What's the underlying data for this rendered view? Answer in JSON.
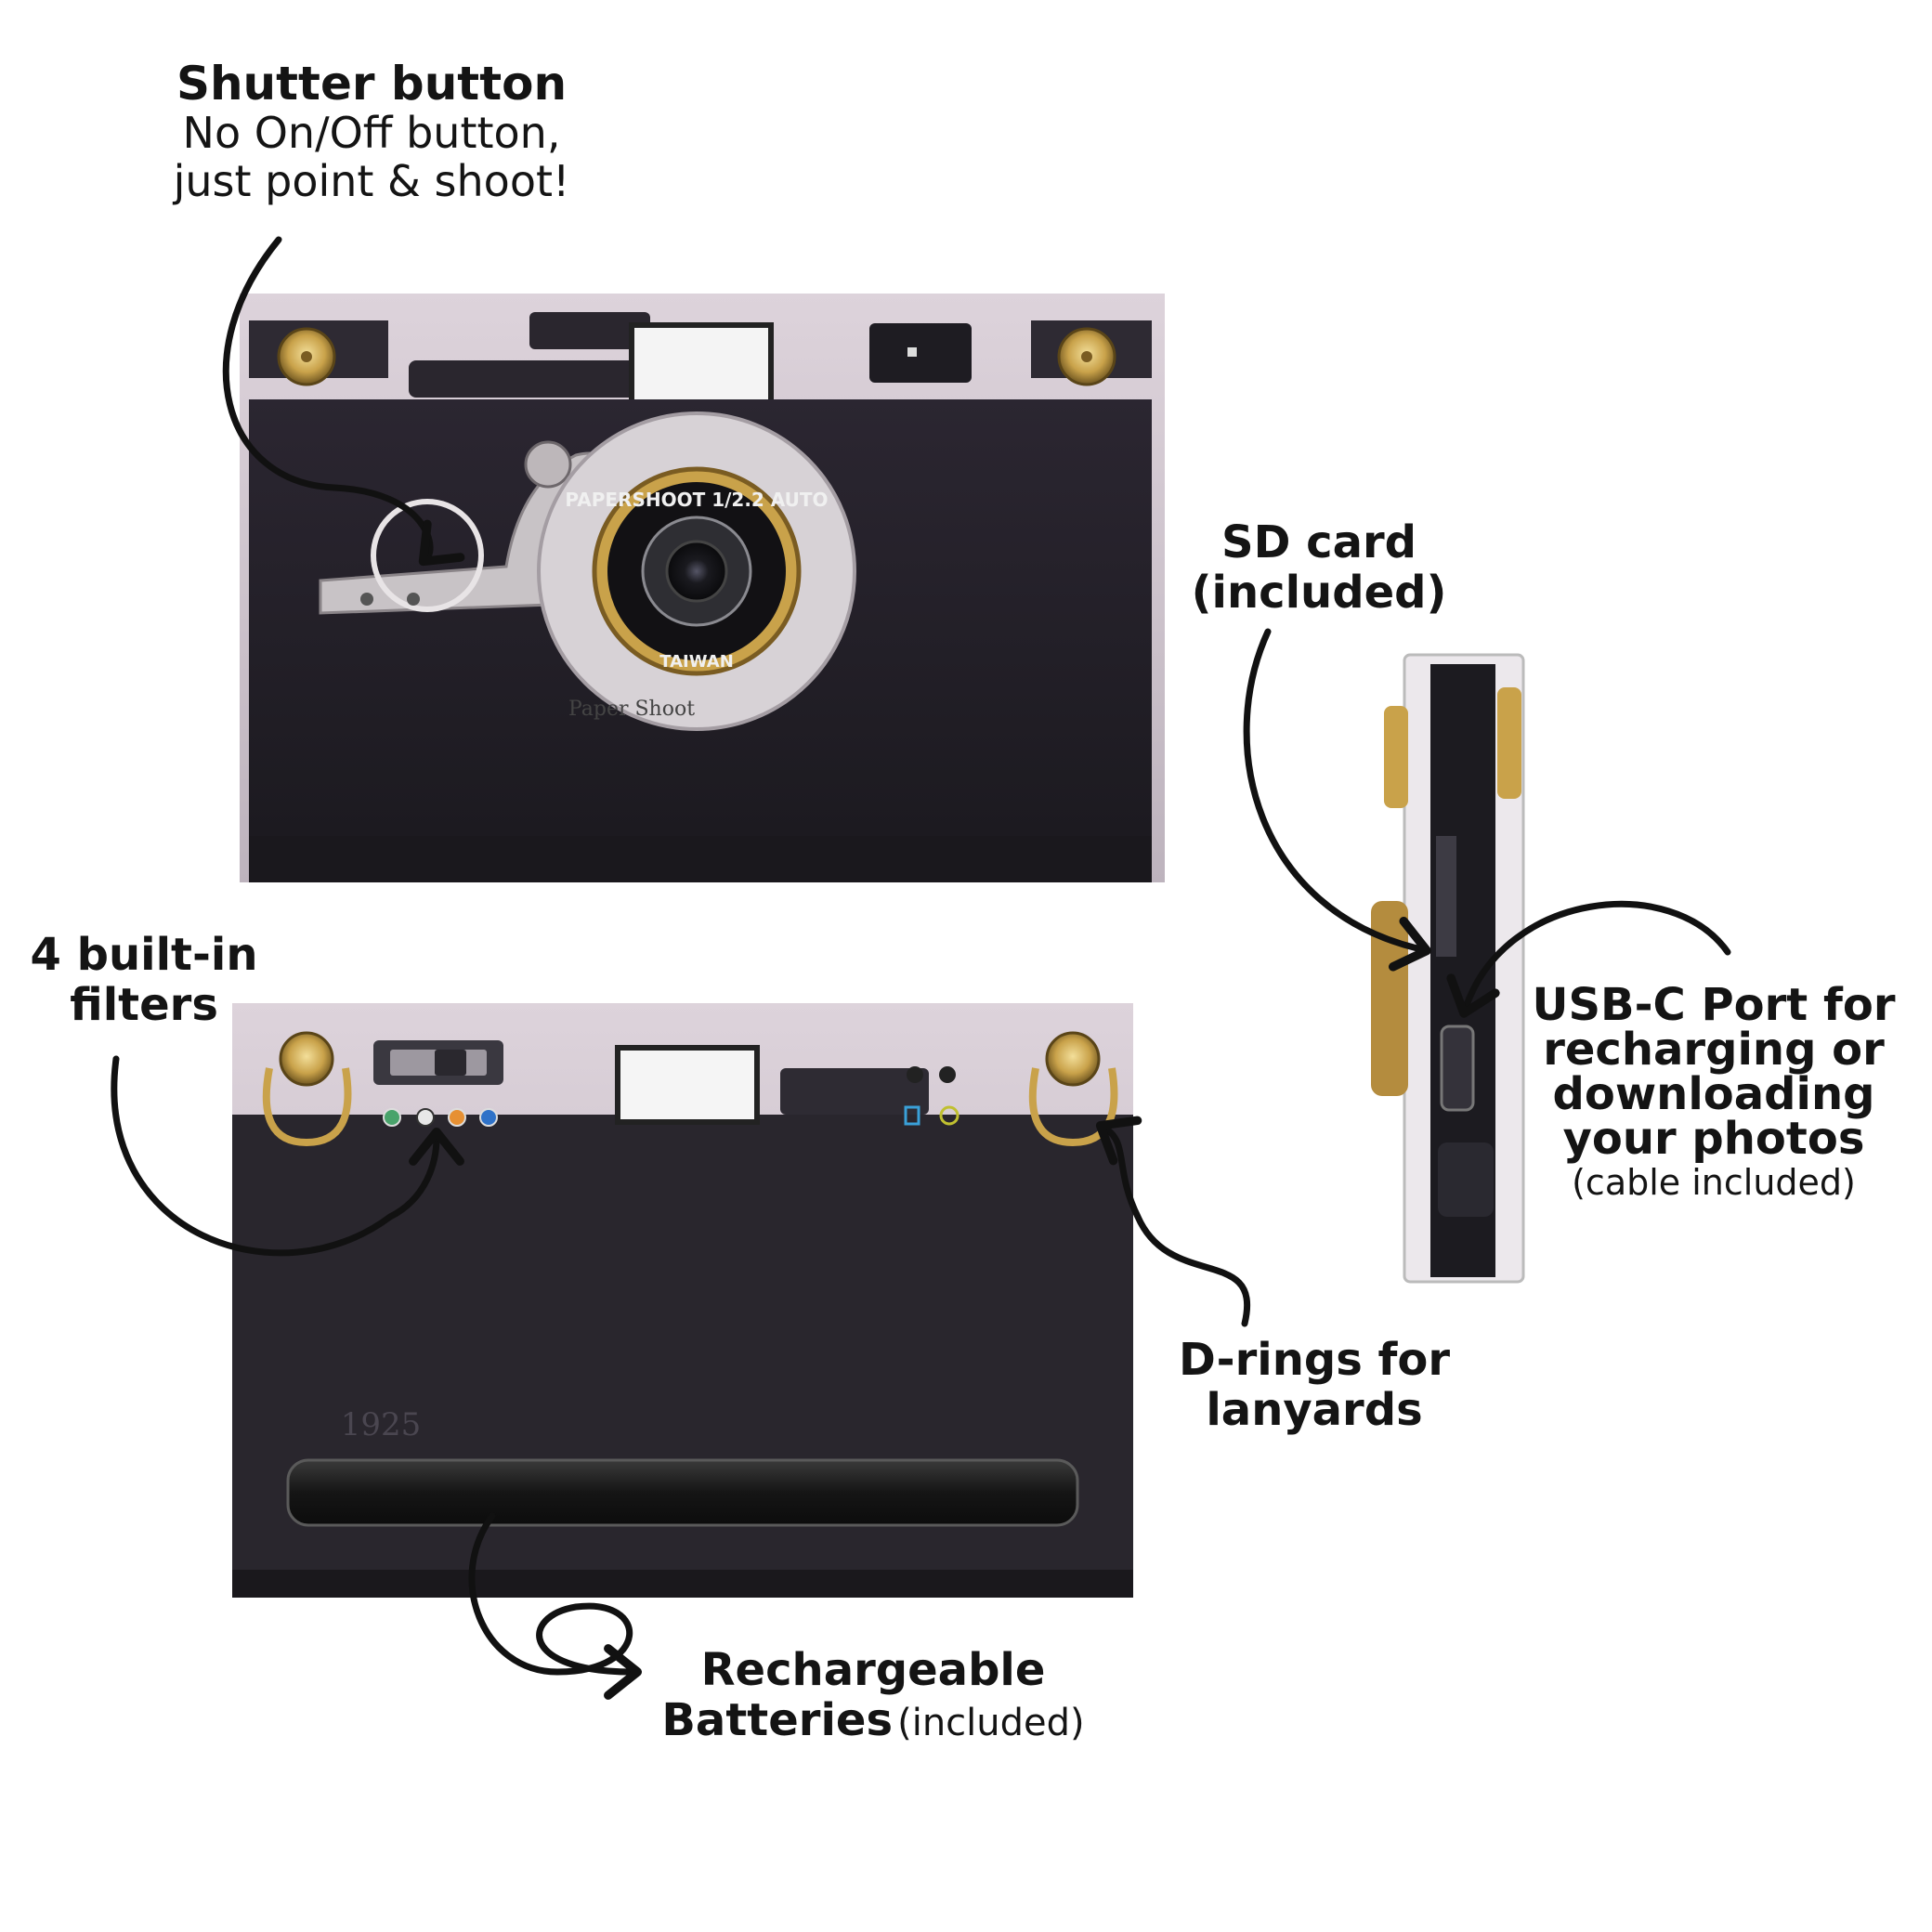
{
  "callouts": {
    "shutter": {
      "title": "Shutter button",
      "line1": "No On/Off button,",
      "line2": "just point & shoot!"
    },
    "sd_card": {
      "line1": "SD card",
      "line2": "(included)"
    },
    "usbc": {
      "line1": "USB-C Port for",
      "line2": "recharging or",
      "line3": "downloading",
      "line4": "your photos",
      "note": "(cable included)"
    },
    "filters": {
      "line1": "4 built-in",
      "line2": "filters"
    },
    "drings": {
      "line1": "D-rings for",
      "line2": "lanyards"
    },
    "batteries": {
      "line1": "Rechargeable",
      "line2": "Batteries",
      "note": "(included)"
    }
  },
  "camera_front": {
    "lens_ring_text": "PAPERSHOOT 1/2.2 AUTO",
    "lens_origin_text": "TAIWAN",
    "brand_text": "Paper Shoot"
  },
  "camera_back": {
    "year_text": "1925"
  },
  "colors": {
    "leather": "#2a2530",
    "top_plate": "#cfc6cf",
    "brass": "#c9a24a",
    "arrow": "#111111"
  }
}
